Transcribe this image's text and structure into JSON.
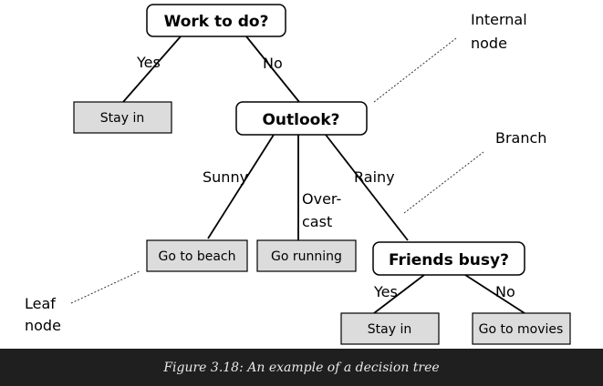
{
  "nodes": {
    "root": "Work to do?",
    "outlook": "Outlook?",
    "friends": "Friends busy?",
    "leaf_stay_in_1": "Stay in",
    "leaf_beach": "Go to beach",
    "leaf_running": "Go running",
    "leaf_stay_in_2": "Stay in",
    "leaf_movies": "Go to movies"
  },
  "edges": {
    "yes_1": "Yes",
    "no_1": "No",
    "sunny": "Sunny",
    "overcast_line1": "Over-",
    "overcast_line2": "cast",
    "rainy": "Rainy",
    "yes_2": "Yes",
    "no_2": "No"
  },
  "annotations": {
    "internal_line1": "Internal",
    "internal_line2": "node",
    "branch": "Branch",
    "leaf_line1": "Leaf",
    "leaf_line2": "node"
  },
  "caption": "Figure 3.18: An example of a decision tree"
}
